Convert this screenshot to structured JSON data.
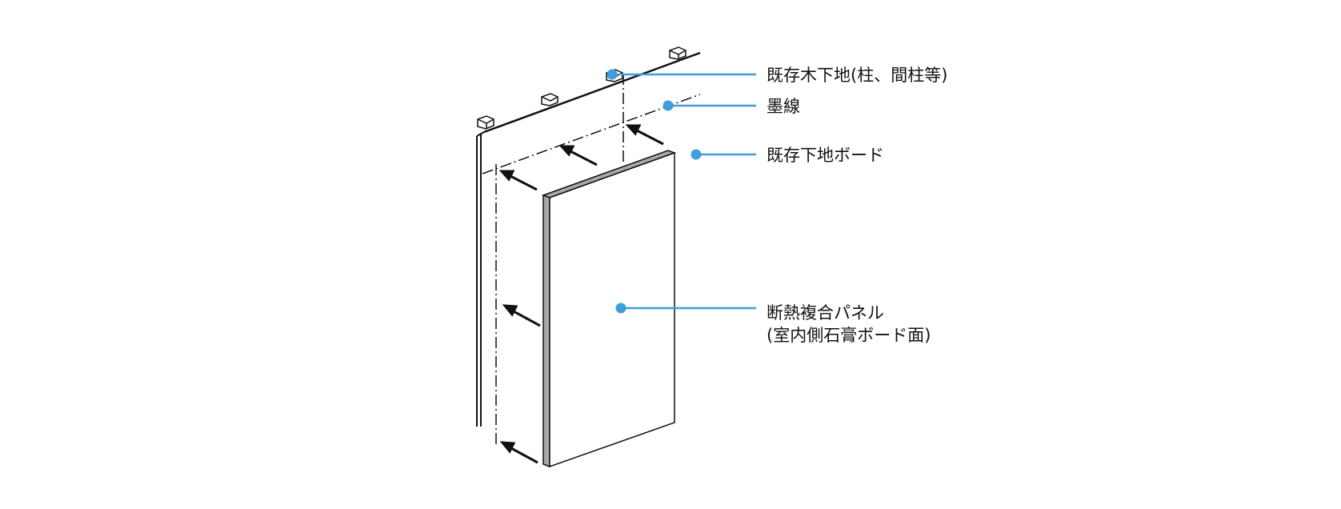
{
  "diagram": {
    "callouts": [
      {
        "id": "existing-wood",
        "text": "既存木下地(柱、間柱等)"
      },
      {
        "id": "ink-line",
        "text": "墨線"
      },
      {
        "id": "existing-board",
        "text": "既存下地ボード"
      },
      {
        "id": "panel",
        "lines": [
          "断熱複合パネル",
          "(室内側石膏ボード面)"
        ]
      }
    ],
    "colors": {
      "leader": "#3f9edb",
      "stroke": "#111111",
      "panel_edge": "#a8a8a8",
      "panel_face": "#ffffff"
    }
  }
}
